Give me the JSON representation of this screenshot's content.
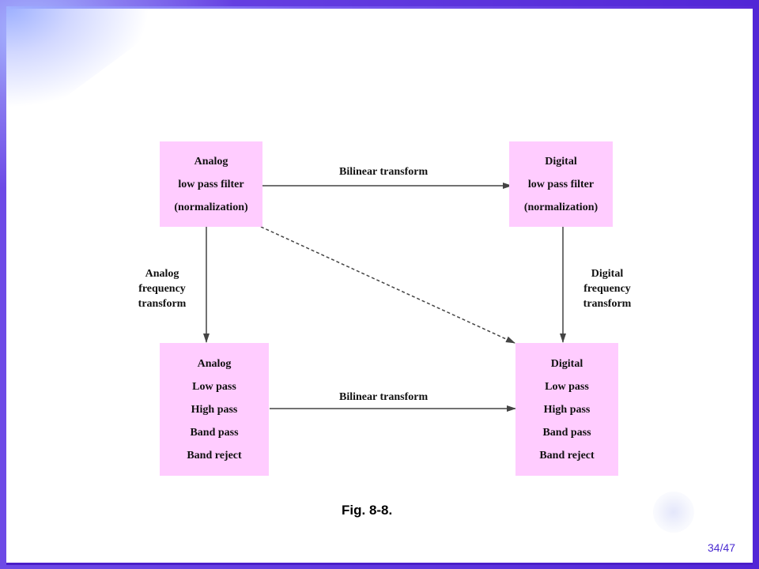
{
  "diagram": {
    "boxes": {
      "analog_lowpass": [
        "Analog",
        "low pass filter",
        "(normalization)"
      ],
      "digital_lowpass": [
        "Digital",
        "low pass filter",
        "(normalization)"
      ],
      "analog_multi": [
        "Analog",
        "Low pass",
        "High pass",
        "Band pass",
        "Band reject"
      ],
      "digital_multi": [
        "Digital",
        "Low pass",
        "High pass",
        "Band pass",
        "Band reject"
      ]
    },
    "labels": {
      "bilinear_top": "Bilinear transform",
      "bilinear_bottom": "Bilinear transform",
      "analog_freq": [
        "Analog",
        "frequency",
        "transform"
      ],
      "digital_freq": [
        "Digital",
        "frequency",
        "transform"
      ]
    },
    "colors": {
      "box_fill": "#ffccff",
      "arrow": "#444444"
    }
  },
  "caption": "Fig. 8-8.",
  "page_number": "34/47"
}
